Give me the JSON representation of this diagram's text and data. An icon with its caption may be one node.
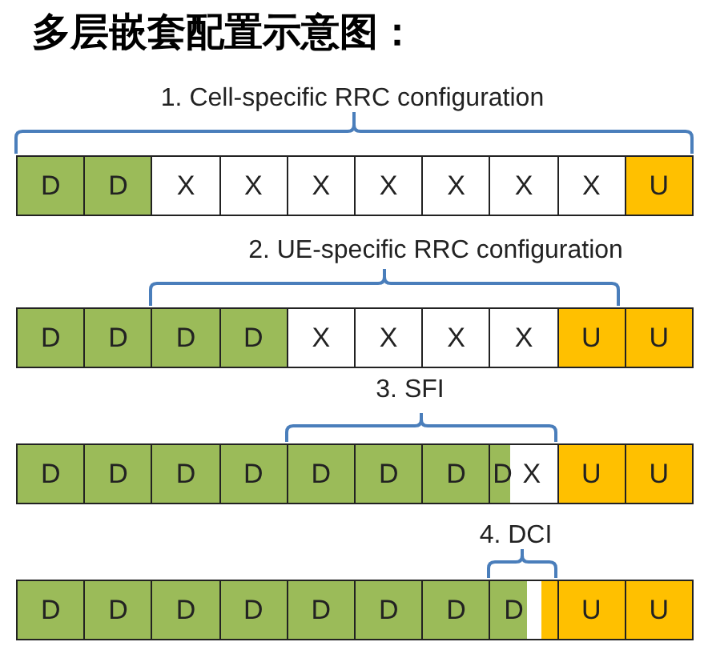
{
  "diagram": {
    "title": "多层嵌套配置示意图：",
    "nodes": [
      {
        "text": [
          "D"
        ]
      },
      {
        "text": [
          "D"
        ]
      },
      {
        "text": [
          "X"
        ]
      },
      {
        "text": [
          "X"
        ]
      },
      {
        "text": [
          "X"
        ]
      },
      {
        "text": [
          "X"
        ]
      },
      {
        "text": [
          "X"
        ]
      },
      {
        "text": [
          "X"
        ]
      },
      {
        "text": [
          "X"
        ]
      },
      {
        "text": [
          "U"
        ]
      },
      {
        "text": [
          "D"
        ]
      },
      {
        "text": [
          "D"
        ]
      },
      {
        "text": [
          "D"
        ]
      },
      {
        "text": [
          "D"
        ]
      },
      {
        "text": [
          "X"
        ]
      },
      {
        "text": [
          "X"
        ]
      },
      {
        "text": [
          "X"
        ]
      },
      {
        "text": [
          "X"
        ]
      },
      {
        "text": [
          "U"
        ]
      },
      {
        "text": [
          "U"
        ]
      },
      {
        "text": [
          "D"
        ]
      },
      {
        "text": [
          "D"
        ]
      },
      {
        "text": [
          "D"
        ]
      },
      {
        "text": [
          "D"
        ]
      },
      {
        "text": [
          "D"
        ]
      },
      {
        "text": [
          "D"
        ]
      },
      {
        "text": [
          "D"
        ]
      },
      {
        "text": [
          "D",
          "X"
        ]
      },
      {
        "text": [
          "U"
        ]
      },
      {
        "text": [
          "U"
        ]
      },
      {
        "text": [
          "D"
        ]
      },
      {
        "text": [
          "D"
        ]
      },
      {
        "text": [
          "D"
        ]
      },
      {
        "text": [
          "D"
        ]
      },
      {
        "text": [
          "D"
        ]
      },
      {
        "text": [
          "D"
        ]
      },
      {
        "text": [
          "D"
        ]
      },
      {
        "text": [
          "D"
        ]
      },
      {
        "text": [
          "U"
        ]
      },
      {
        "text": [
          "U"
        ]
      }
    ],
    "labels": [
      "1.  Cell-specific RRC configuration",
      "2.  UE-specific RRC configuration",
      "3.  SFI",
      "4.  DCI"
    ]
  }
}
